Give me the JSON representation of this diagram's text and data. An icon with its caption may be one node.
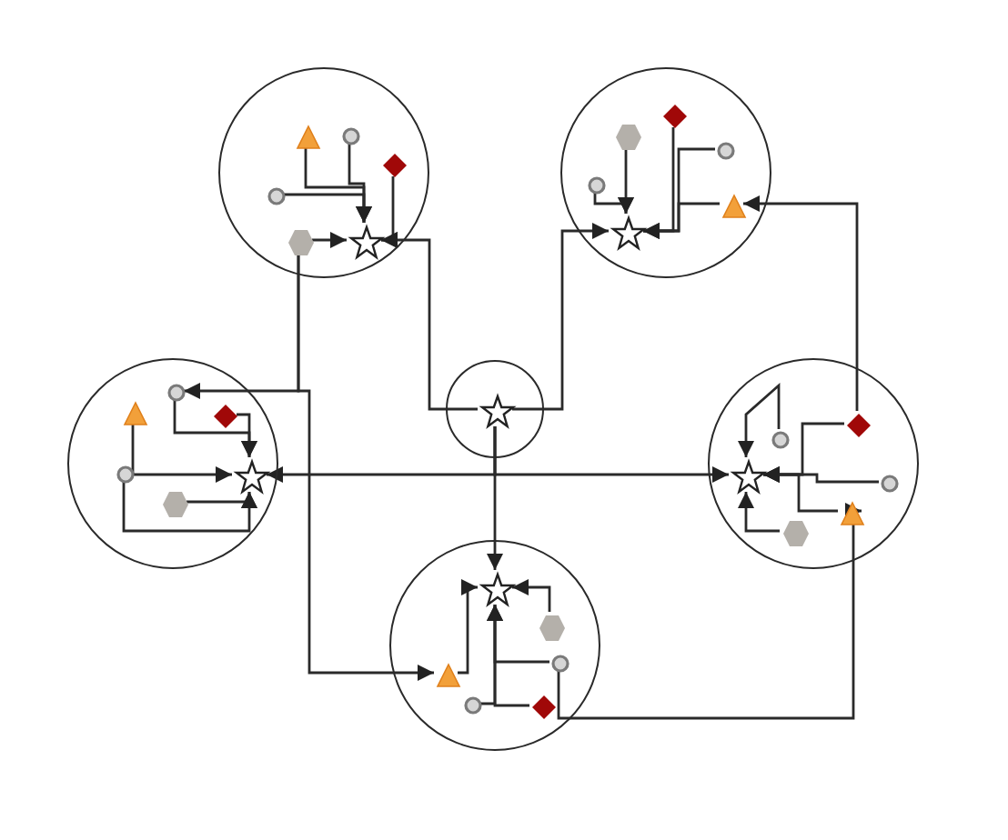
{
  "diagram": {
    "nodes": [
      {
        "text": [],
        "shape": "circle"
      },
      {
        "text": [],
        "shape": "triangle",
        "in": 0
      },
      {
        "text": [],
        "shape": "dot",
        "in": 0
      },
      {
        "text": [],
        "shape": "diamond",
        "in": 0
      },
      {
        "text": [],
        "shape": "dot",
        "in": 0
      },
      {
        "text": [],
        "shape": "hexagon",
        "in": 0
      },
      {
        "text": [],
        "shape": "star",
        "in": 0
      },
      {
        "text": [],
        "shape": "circle"
      },
      {
        "text": [],
        "shape": "diamond",
        "in": 7
      },
      {
        "text": [],
        "shape": "hexagon",
        "in": 7
      },
      {
        "text": [],
        "shape": "dot",
        "in": 7
      },
      {
        "text": [],
        "shape": "dot",
        "in": 7
      },
      {
        "text": [],
        "shape": "triangle",
        "in": 7
      },
      {
        "text": [],
        "shape": "star",
        "in": 7
      },
      {
        "text": [],
        "shape": "circle"
      },
      {
        "text": [],
        "shape": "dot",
        "in": 14
      },
      {
        "text": [],
        "shape": "triangle",
        "in": 14
      },
      {
        "text": [],
        "shape": "diamond",
        "in": 14
      },
      {
        "text": [],
        "shape": "dot",
        "in": 14
      },
      {
        "text": [],
        "shape": "star",
        "in": 14
      },
      {
        "text": [],
        "shape": "hexagon",
        "in": 14
      },
      {
        "text": [],
        "shape": "circle"
      },
      {
        "text": [],
        "shape": "star",
        "in": 21
      },
      {
        "text": [],
        "shape": "circle"
      },
      {
        "text": [],
        "shape": "diamond",
        "in": 23
      },
      {
        "text": [],
        "shape": "dot",
        "in": 23
      },
      {
        "text": [],
        "shape": "star",
        "in": 23
      },
      {
        "text": [],
        "shape": "dot",
        "in": 23
      },
      {
        "text": [],
        "shape": "triangle",
        "in": 23
      },
      {
        "text": [],
        "shape": "hexagon",
        "in": 23
      },
      {
        "text": [],
        "shape": "circle"
      },
      {
        "text": [],
        "shape": "star",
        "in": 30
      },
      {
        "text": [],
        "shape": "hexagon",
        "in": 30
      },
      {
        "text": [],
        "shape": "dot",
        "in": 30
      },
      {
        "text": [],
        "shape": "triangle",
        "in": 30
      },
      {
        "text": [],
        "shape": "dot",
        "in": 30
      },
      {
        "text": [],
        "shape": "diamond",
        "in": 30
      }
    ],
    "edges": [
      {
        "from": 1,
        "to": 6,
        "arrow": "to"
      },
      {
        "from": 2,
        "to": 6,
        "arrow": "to"
      },
      {
        "from": 4,
        "to": 6,
        "arrow": "to"
      },
      {
        "from": 3,
        "to": 6,
        "arrow": "to"
      },
      {
        "from": 5,
        "to": 6,
        "arrow": "to"
      },
      {
        "from": 22,
        "to": 6,
        "arrow": "to"
      },
      {
        "from": 22,
        "to": 13,
        "arrow": "to"
      },
      {
        "from": 9,
        "to": 13,
        "arrow": "to"
      },
      {
        "from": 11,
        "to": 13,
        "arrow": "to"
      },
      {
        "from": 8,
        "to": 13,
        "arrow": "to"
      },
      {
        "from": 10,
        "to": 13,
        "arrow": "to"
      },
      {
        "from": 12,
        "to": 13,
        "arrow": "to"
      },
      {
        "from": 24,
        "to": 12,
        "arrow": "to"
      },
      {
        "from": 5,
        "to": 15,
        "arrow": "to"
      },
      {
        "from": 5,
        "to": 34,
        "arrow": "to"
      },
      {
        "from": 15,
        "to": 19,
        "arrow": "to"
      },
      {
        "from": 17,
        "to": 19,
        "arrow": "to"
      },
      {
        "from": 16,
        "to": 19,
        "arrow": "to"
      },
      {
        "from": 18,
        "to": 19,
        "arrow": "to"
      },
      {
        "from": 20,
        "to": 19,
        "arrow": "to"
      },
      {
        "from": 22,
        "to": 19,
        "arrow": "to"
      },
      {
        "from": 22,
        "to": 26,
        "arrow": "to"
      },
      {
        "from": 22,
        "to": 31,
        "arrow": "to"
      },
      {
        "from": 25,
        "to": 26,
        "arrow": "to"
      },
      {
        "from": 24,
        "to": 26,
        "arrow": "to"
      },
      {
        "from": 27,
        "to": 26,
        "arrow": "to"
      },
      {
        "from": 28,
        "to": 26,
        "arrow": "to"
      },
      {
        "from": 29,
        "to": 26,
        "arrow": "to"
      },
      {
        "from": 33,
        "to": 28,
        "arrow": "to"
      },
      {
        "from": 34,
        "to": 31,
        "arrow": "to"
      },
      {
        "from": 32,
        "to": 31,
        "arrow": "to"
      },
      {
        "from": 33,
        "to": 31,
        "arrow": "to"
      },
      {
        "from": 35,
        "to": 31,
        "arrow": "to"
      },
      {
        "from": 36,
        "to": 31,
        "arrow": "to"
      }
    ]
  }
}
